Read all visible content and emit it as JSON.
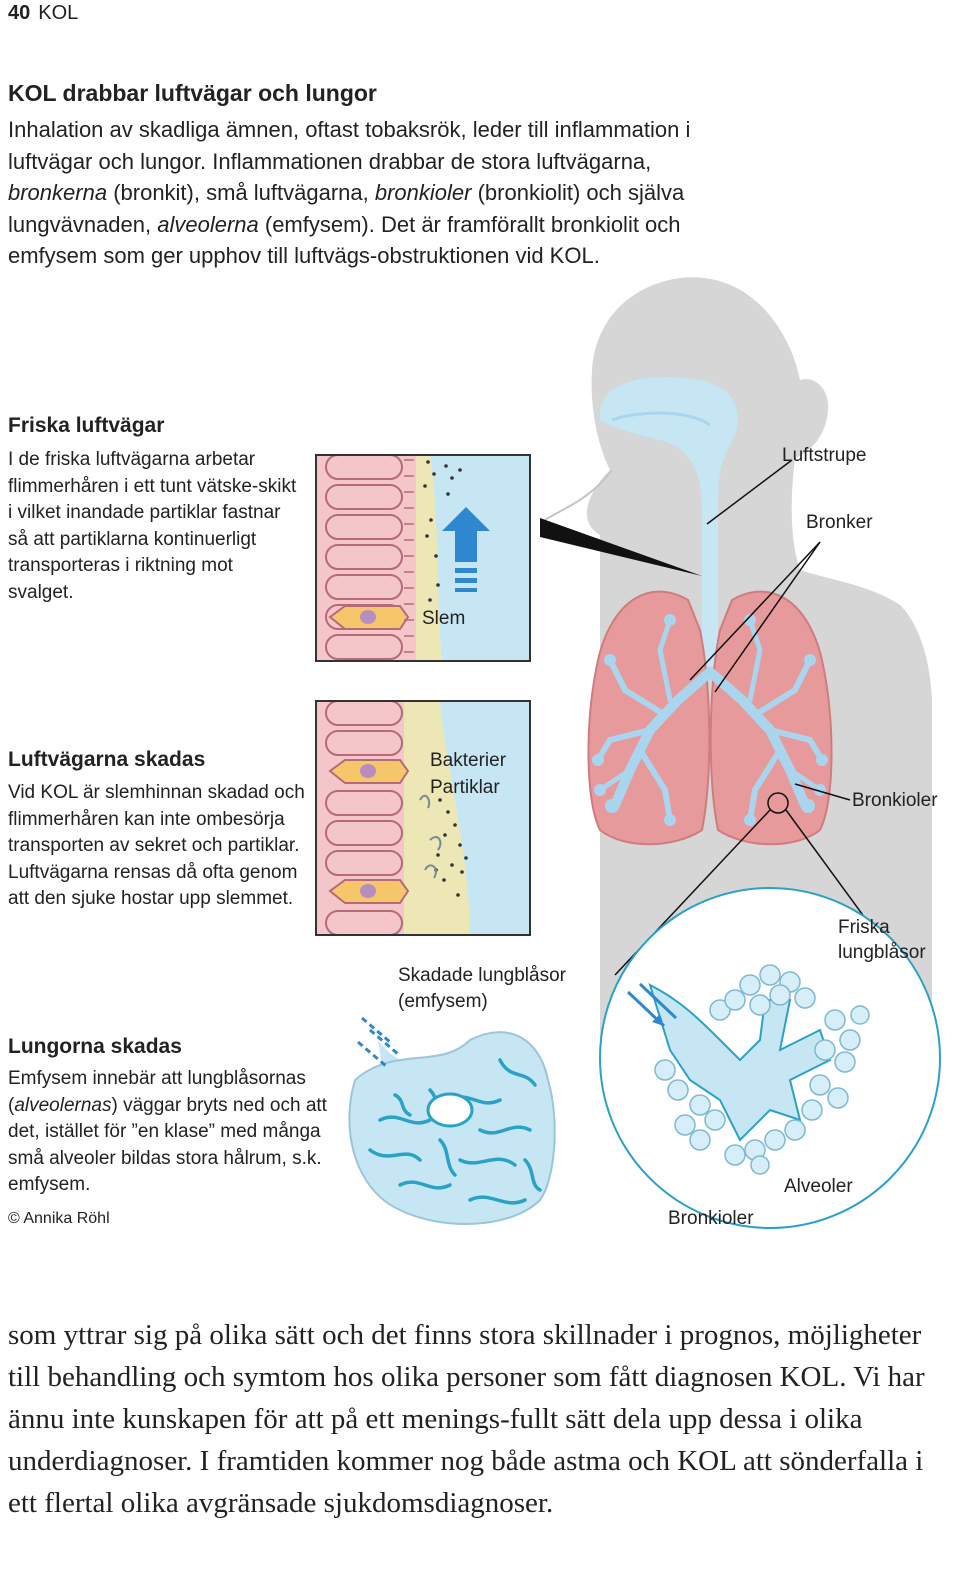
{
  "header": {
    "page_number": "40",
    "running_title": "KOL"
  },
  "intro": {
    "title": "KOL drabbar luftvägar och lungor",
    "p1": "Inhalation av skadliga ämnen, oftast tobaksrök, leder till inflammation i luftvägar och lungor. Inflammationen drabbar de stora luftvägarna, ",
    "em1": "bronkerna",
    "p2": " (bronkit), små luftvägarna, ",
    "em2": "bronkioler",
    "p3": " (bronkiolit) och själva lungvävnaden, ",
    "em3": "alveolerna",
    "p4": " (emfysem). Det är framförallt bronkiolit och emfysem som ger upphov till luftvägs-obstruktionen vid KOL."
  },
  "healthy": {
    "title": "Friska luftvägar",
    "body": "I de friska luftvägarna arbetar flimmerhåren i ett tunt vätske-skikt i vilket inandade partiklar fastnar så att partiklarna kontinuerligt transporteras i riktning mot svalget.",
    "label_mucus": "Slem"
  },
  "damaged": {
    "title": "Luftvägarna skadas",
    "body": "Vid KOL är slemhinnan skadad och flimmerhåren kan inte ombesörja transporten av sekret och partiklar. Luftvägarna rensas då ofta genom att den sjuke hostar upp slemmet.",
    "label_bacteria": "Bakterier",
    "label_particles": "Partiklar"
  },
  "lungs": {
    "title": "Lungorna skadas",
    "body_1": "Emfysem innebär att lungblåsornas (",
    "body_em": "alveolernas",
    "body_2": ") väggar bryts ned och att det, istället för ”en klase” med många små alveoler bildas stora hålrum, s.k. emfysem."
  },
  "labels": {
    "trachea": "Luftstrupe",
    "bronchi": "Bronker",
    "bronchioles": "Bronkioler",
    "healthy_alveoli_1": "Friska",
    "healthy_alveoli_2": "lungblåsor",
    "damaged_alveoli_1": "Skadade lungblåsor",
    "damaged_alveoli_2": "(emfysem)",
    "alveoli": "Alveoler",
    "bronchioles_bottom": "Bronkioler"
  },
  "credit": "© Annika Röhl",
  "bottom_paragraph": "som yttrar sig på olika sätt och det finns stora skillnader i prognos, möjligheter till behandling och symtom hos olika personer som fått diagnosen KOL. Vi har ännu inte kunskapen för att på ett menings-fullt sätt dela upp dessa i olika underdiagnoser. I framtiden kommer nog både astma och KOL att sönderfalla i ett flertal olika avgränsade sjukdomsdiagnoser.",
  "colors": {
    "body_gray": "#d6d6d6",
    "airway_blue": "#c6e6f4",
    "bronchi_blue": "#a9d6ee",
    "lung_pink": "#e79a9c",
    "cell_pink": "#f4c6ca",
    "mucus_yellow": "#ece7b4",
    "arrow_blue": "#2f87cf"
  },
  "icons": {
    "upward_arrow": "upward-arrow-icon",
    "airflow_arrows": "airflow-arrow-icon"
  }
}
